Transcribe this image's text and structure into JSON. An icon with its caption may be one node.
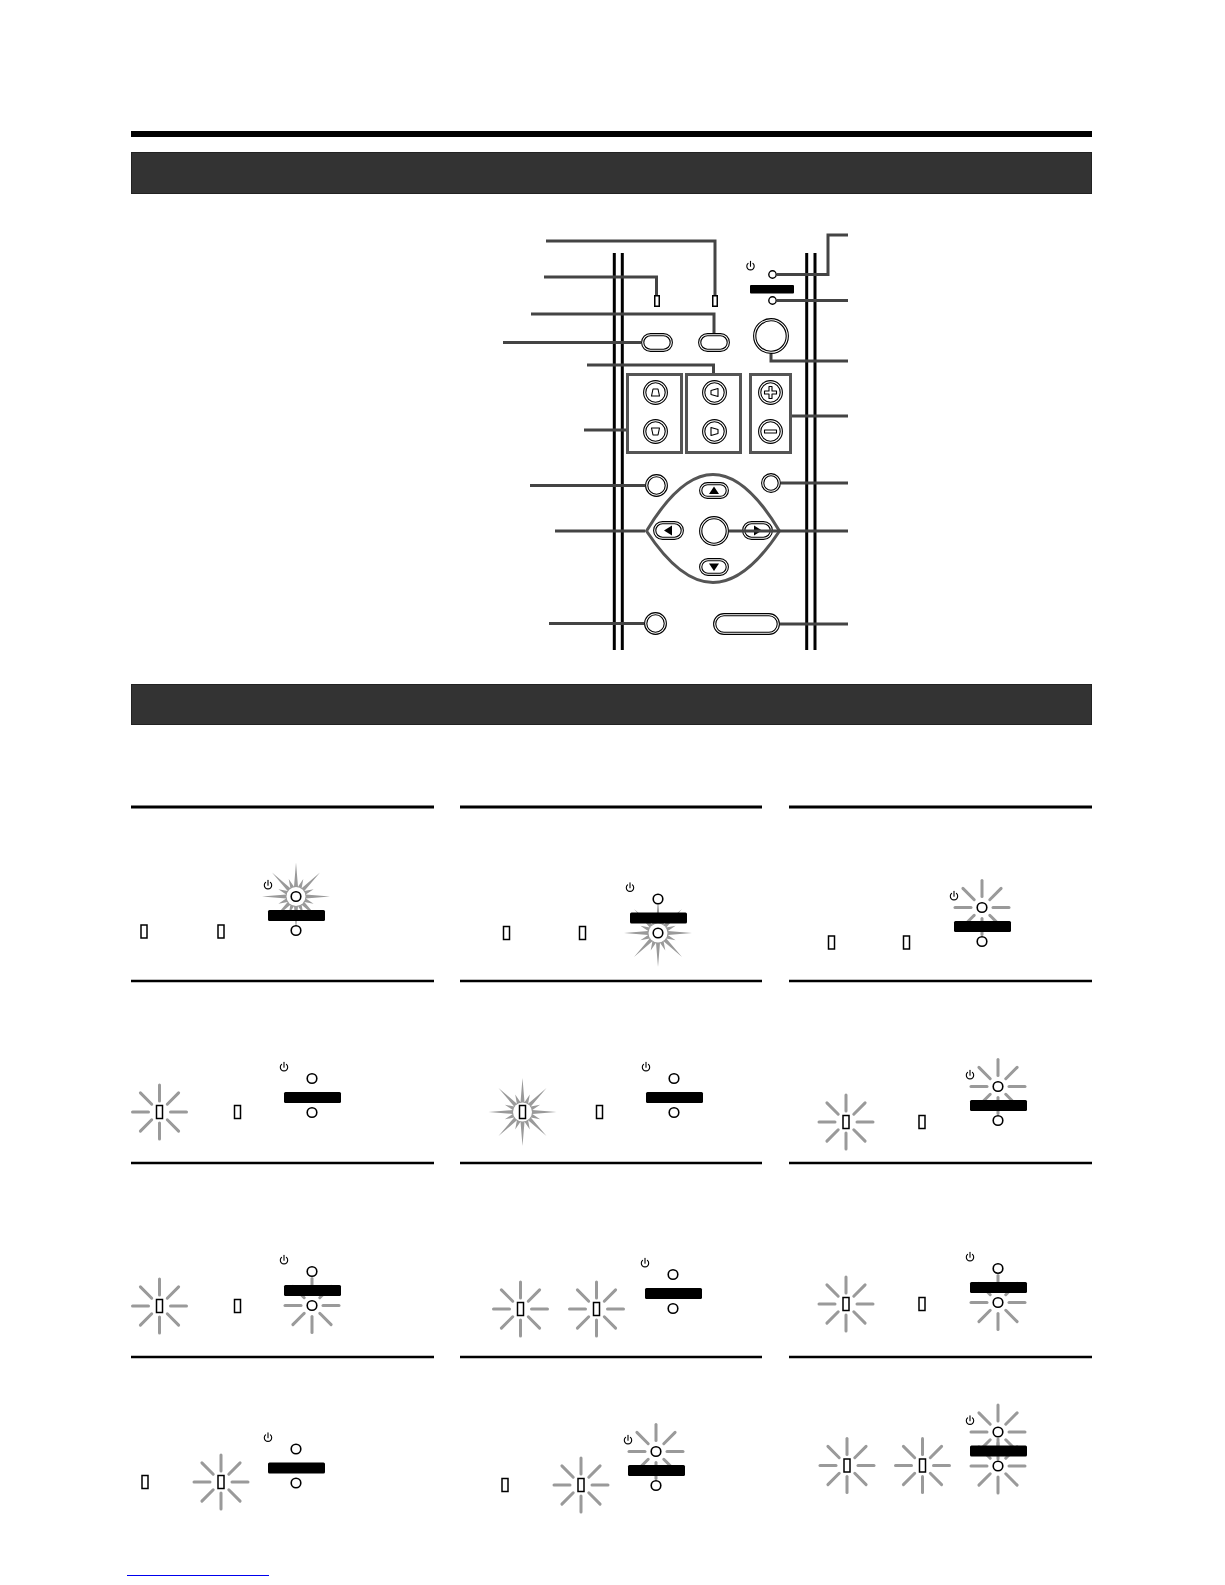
{
  "diagram": {
    "nodes": [
      {
        "text": [],
        "shape": "circle"
      },
      {
        "text": [],
        "shape": "box"
      },
      {
        "text": [],
        "shape": "box"
      },
      {
        "text": [],
        "shape": "circle"
      },
      {
        "text": [],
        "shape": "oval"
      },
      {
        "text": [],
        "shape": "oval"
      },
      {
        "text": [],
        "shape": "circle"
      },
      {
        "text": [],
        "shape": "box"
      },
      {
        "text": [],
        "shape": "box"
      },
      {
        "text": [],
        "shape": "box"
      },
      {
        "text": [],
        "shape": "circle"
      },
      {
        "text": [],
        "shape": "circle"
      },
      {
        "text": [],
        "shape": "diamond"
      },
      {
        "text": [],
        "shape": "circle",
        "in": 12
      },
      {
        "text": [],
        "shape": "circle"
      },
      {
        "text": [],
        "shape": "oval"
      }
    ],
    "edges": [
      {
        "from": null,
        "to": 0,
        "arrow": "none"
      },
      {
        "from": null,
        "to": 1,
        "arrow": "none"
      },
      {
        "from": null,
        "to": 2,
        "arrow": "none"
      },
      {
        "from": null,
        "to": 3,
        "arrow": "none"
      },
      {
        "from": null,
        "to": 4,
        "arrow": "none"
      },
      {
        "from": null,
        "to": 5,
        "arrow": "none"
      },
      {
        "from": null,
        "to": 6,
        "arrow": "none"
      },
      {
        "from": null,
        "to": 7,
        "arrow": "none"
      },
      {
        "from": null,
        "to": 8,
        "arrow": "none"
      },
      {
        "from": null,
        "to": 9,
        "arrow": "none"
      },
      {
        "from": null,
        "to": 10,
        "arrow": "none"
      },
      {
        "from": null,
        "to": 11,
        "arrow": "none"
      },
      {
        "from": null,
        "to": 12,
        "arrow": "none"
      },
      {
        "from": null,
        "to": 13,
        "arrow": "none"
      },
      {
        "from": null,
        "to": 14,
        "arrow": "none"
      },
      {
        "from": null,
        "to": 15,
        "arrow": "none"
      }
    ]
  }
}
